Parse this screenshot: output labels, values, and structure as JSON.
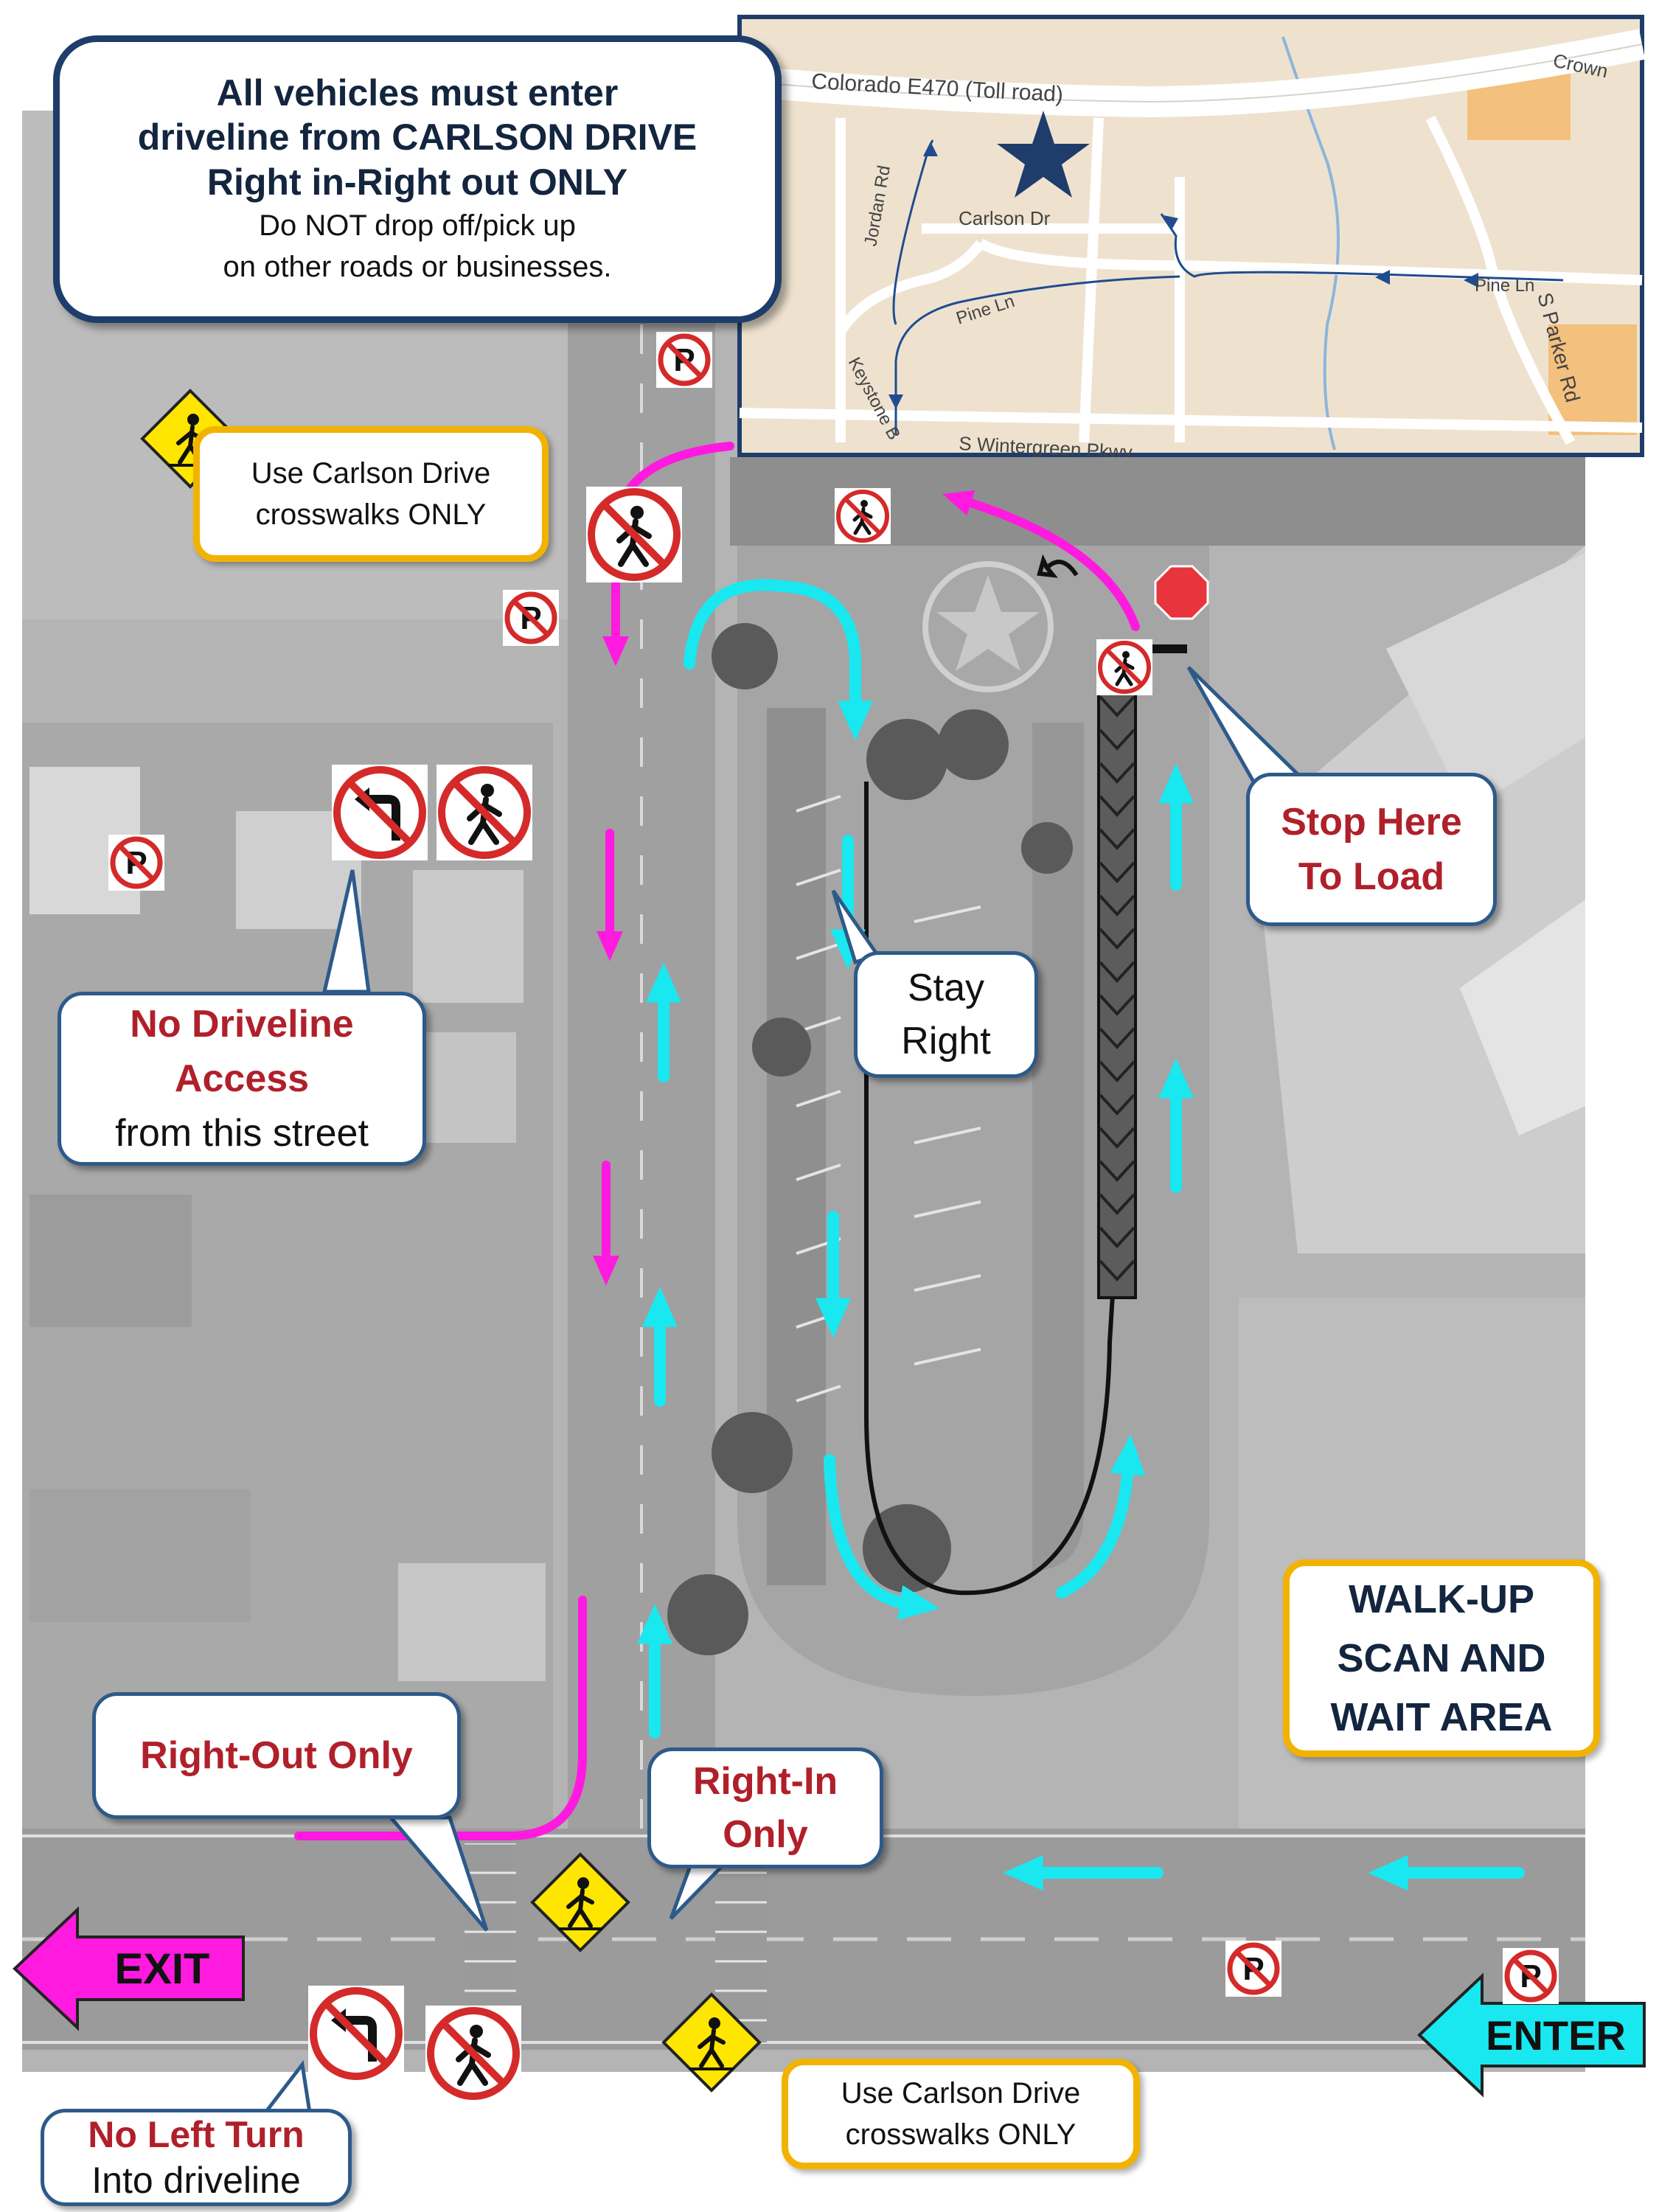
{
  "notice": {
    "line1": "All vehicles must enter",
    "line2": "driveline from CARLSON DRIVE",
    "line3": "Right in-Right out ONLY",
    "line4": "Do NOT drop off/pick up",
    "line5": "on other roads or businesses."
  },
  "inset_map": {
    "labels": {
      "highway": "Colorado E470 (Toll road)",
      "carlson": "Carlson Dr",
      "jordan": "Jordan Rd",
      "pine_left": "Pine Ln",
      "pine_right": "Pine Ln",
      "keystone": "Keystone B",
      "wintergreen": "S Wintergreen Pkwy",
      "parker": "S Parker Rd",
      "crown": "Crown"
    },
    "star_icon": "star-icon"
  },
  "callouts": {
    "crosswalk_top_1": "Use Carlson Drive",
    "crosswalk_top_2": "crosswalks ONLY",
    "stop_1": "Stop Here",
    "stop_2": "To Load",
    "stay_1": "Stay",
    "stay_2": "Right",
    "nodrive_1": "No Driveline",
    "nodrive_2": "Access",
    "nodrive_3": "from this street",
    "walkup_1": "WALK-UP",
    "walkup_2": "SCAN AND",
    "walkup_3": "WAIT AREA",
    "rightout": "Right-Out Only",
    "rightin_1": "Right-In",
    "rightin_2": "Only",
    "noleft_1": "No Left Turn",
    "noleft_2": "Into driveline",
    "crosswalk_bottom_1": "Use Carlson Drive",
    "crosswalk_bottom_2": "crosswalks ONLY"
  },
  "arrows": {
    "exit": "EXIT",
    "enter": "ENTER"
  },
  "colors": {
    "exit_route": "#ff1ae0",
    "enter_route": "#19e8f0",
    "callout_border": "#2e5a8a",
    "gold_border": "#f2b300",
    "alert_text": "#b0202a",
    "stop_sign": "#e8343c",
    "pedestrian_sign": "#ffe600"
  }
}
